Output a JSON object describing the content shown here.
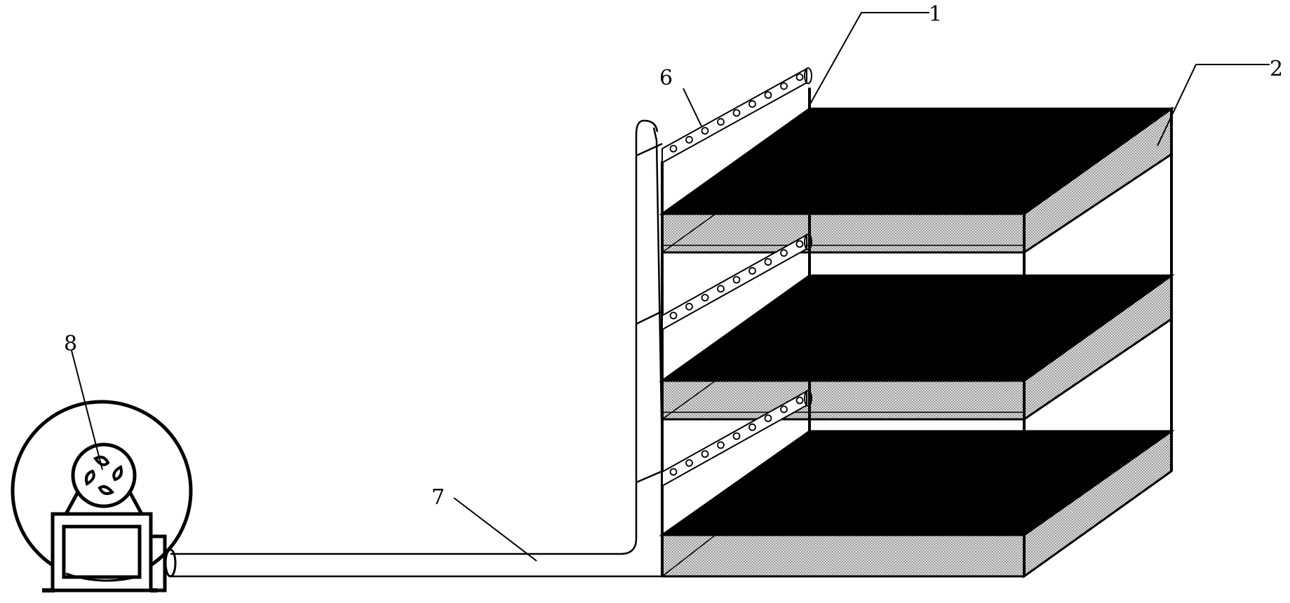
{
  "figure": {
    "labels": {
      "tank_frame": "1",
      "tray": "2",
      "spray_pipe": "6",
      "air_duct": "7",
      "blower": "8"
    },
    "tray_count": 3,
    "spray_pipe_count": 3,
    "spray_nozzles_per_pipe": 9,
    "colors": {
      "line": "#000000",
      "dark_panel": "#000000",
      "dotted_fill": "#c4c4c4",
      "background": "#ffffff"
    }
  }
}
